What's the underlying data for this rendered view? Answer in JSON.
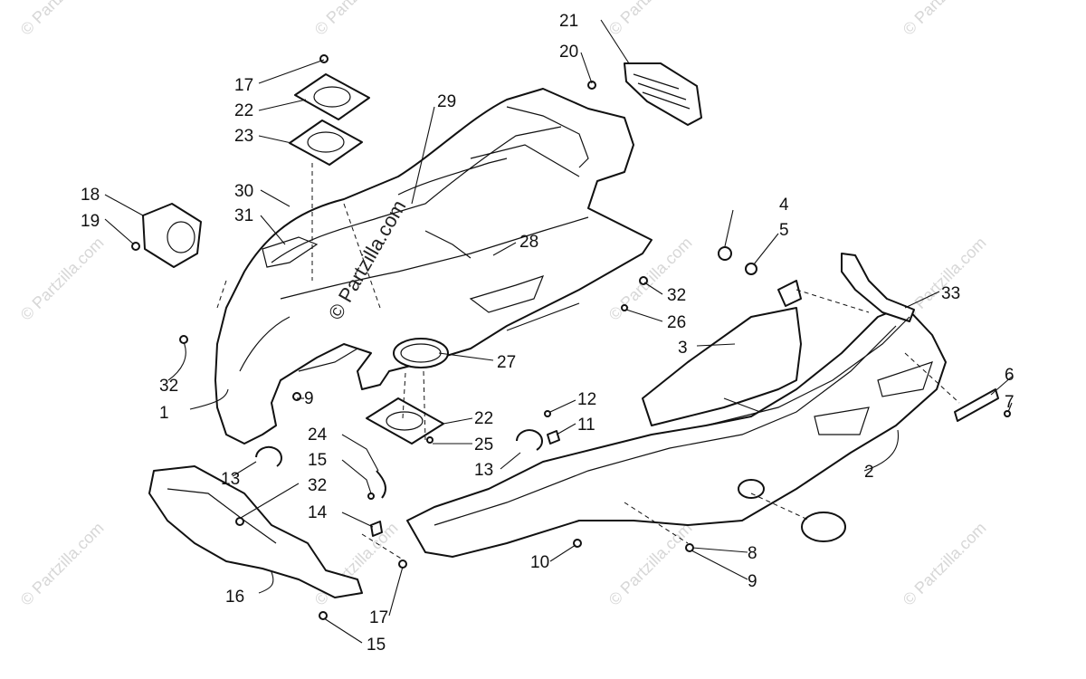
{
  "watermark": {
    "text": "© Partzilla.com",
    "center_text": "© Partzilla.com"
  },
  "callouts": [
    {
      "id": "c1",
      "label": "1"
    },
    {
      "id": "c2",
      "label": "2"
    },
    {
      "id": "c3",
      "label": "3"
    },
    {
      "id": "c4",
      "label": "4"
    },
    {
      "id": "c5",
      "label": "5"
    },
    {
      "id": "c6",
      "label": "6"
    },
    {
      "id": "c7",
      "label": "7"
    },
    {
      "id": "c8",
      "label": "8"
    },
    {
      "id": "c9a",
      "label": "9"
    },
    {
      "id": "c9b",
      "label": "9"
    },
    {
      "id": "c10",
      "label": "10"
    },
    {
      "id": "c11",
      "label": "11"
    },
    {
      "id": "c12",
      "label": "12"
    },
    {
      "id": "c13a",
      "label": "13"
    },
    {
      "id": "c13b",
      "label": "13"
    },
    {
      "id": "c14",
      "label": "14"
    },
    {
      "id": "c15a",
      "label": "15"
    },
    {
      "id": "c15b",
      "label": "15"
    },
    {
      "id": "c16",
      "label": "16"
    },
    {
      "id": "c17a",
      "label": "17"
    },
    {
      "id": "c17b",
      "label": "17"
    },
    {
      "id": "c18",
      "label": "18"
    },
    {
      "id": "c19",
      "label": "19"
    },
    {
      "id": "c20",
      "label": "20"
    },
    {
      "id": "c21",
      "label": "21"
    },
    {
      "id": "c22a",
      "label": "22"
    },
    {
      "id": "c22b",
      "label": "22"
    },
    {
      "id": "c23",
      "label": "23"
    },
    {
      "id": "c24",
      "label": "24"
    },
    {
      "id": "c25",
      "label": "25"
    },
    {
      "id": "c26",
      "label": "26"
    },
    {
      "id": "c27",
      "label": "27"
    },
    {
      "id": "c28",
      "label": "28"
    },
    {
      "id": "c29",
      "label": "29"
    },
    {
      "id": "c30",
      "label": "30"
    },
    {
      "id": "c31",
      "label": "31"
    },
    {
      "id": "c32a",
      "label": "32"
    },
    {
      "id": "c32b",
      "label": "32"
    },
    {
      "id": "c32c",
      "label": "32"
    },
    {
      "id": "c33",
      "label": "33"
    }
  ]
}
